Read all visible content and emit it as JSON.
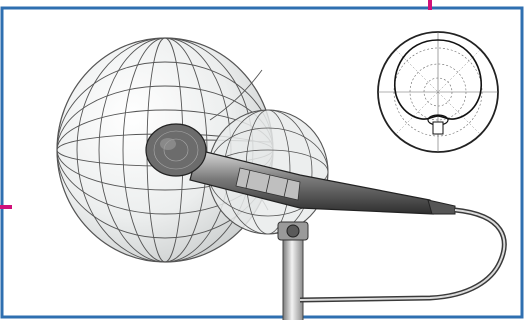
{
  "figure": {
    "subject": "",
    "elements": [
      "cardioid-pickup-pattern",
      "handheld-microphone",
      "microphone-stand",
      "microphone-cable",
      "polar-pattern-inset"
    ]
  },
  "colors": {
    "frame_border": "#2f6fb0",
    "accent_marks": "#d0107a",
    "line": "#3a3a3a",
    "background": "#ffffff",
    "bulb_fill": "#eef0f0"
  }
}
